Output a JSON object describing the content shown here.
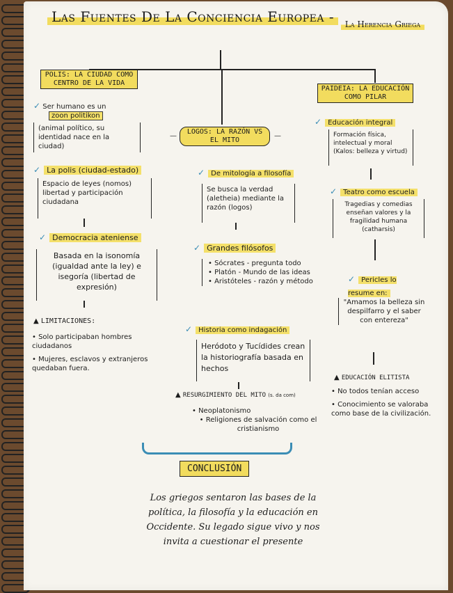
{
  "title": {
    "main": "Las Fuentes De La Conciencia Europea -",
    "sub": "La Herencia Griega"
  },
  "left": {
    "head": "Polis: La ciudad como centro de la vida",
    "n1": "Ser humano es un",
    "n1b": "zoon politikon",
    "n1c": "(animal político, su identidad nace en la ciudad)",
    "s1": "La polis (ciudad-estado)",
    "s1t": "Espacio de leyes (nomos) libertad y participación ciudadana",
    "s2": "Democracia ateniense",
    "s2t": "Basada en la isonomía (igualdad ante la ley) e isegoría (libertad de expresión)",
    "lim": "Limitaciones:",
    "lim1": "Solo participaban hombres ciudadanos",
    "lim2": "Mujeres, esclavos y extranjeros quedaban fuera."
  },
  "center": {
    "head": "Logos: La razón vs el mito",
    "s1": "De mitología a filosofía",
    "s1t": "Se busca la verdad (aletheia) mediante la razón (logos)",
    "s2": "Grandes filósofos",
    "f1": "Sócrates - pregunta todo",
    "f2": "Platón - Mundo de las ideas",
    "f3": "Aristóteles - razón y método",
    "s3": "Historia como indagación",
    "s3t": "Heródoto y Tucídides crean la historiografía basada en hechos",
    "res": "Resurgimiento del mito",
    "res_note": "(s. da com)",
    "r1": "Neoplatonismo",
    "r2": "Religiones de salvación como el cristianismo"
  },
  "right": {
    "head": "Paideia: La educación como pilar",
    "s1": "Educación integral",
    "s1t": "Formación física, intelectual y moral (Kalos: belleza y virtud)",
    "s2": "Teatro como escuela",
    "s2t": "Tragedias y comedias enseñan valores y la fragilidad humana (catharsis)",
    "s3": "Pericles lo resume en:",
    "s3t": "\"Amamos la belleza sin despilfarro y el saber con entereza\"",
    "edu": "Educación elitista",
    "e1": "No todos tenían acceso",
    "e2": "Conocimiento se valoraba como base de la civilización."
  },
  "conclusion": {
    "label": "Conclusión",
    "text": "Los griegos sentaron las bases de la política, la filosofía y la educación en Occidente. Su legado sigue vivo y nos invita a cuestionar el presente"
  },
  "colors": {
    "highlight": "#f4e06a",
    "accent": "#3b8db5",
    "paper": "#f6f4ee"
  }
}
